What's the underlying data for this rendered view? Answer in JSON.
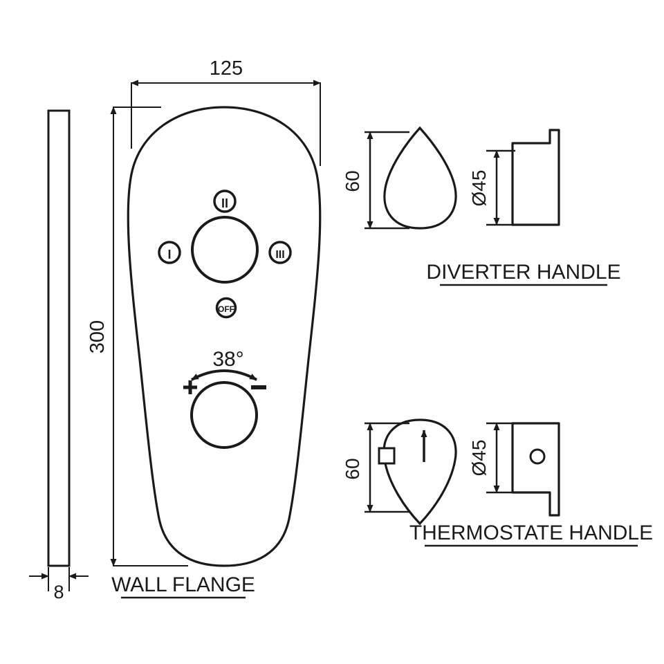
{
  "drawing": {
    "type": "technical-drawing",
    "subject": "Concealed thermostatic shower mixer trim",
    "units": "mm",
    "line_color": "#1a1a1a",
    "background": "#ffffff"
  },
  "views": {
    "wall_flange": {
      "title": "WALL FLANGE",
      "dimensions": {
        "width": "125",
        "height": "300",
        "thickness": "8"
      },
      "diverter_markers": {
        "top": "II",
        "left": "I",
        "right": "III",
        "bottom": "OFF"
      },
      "thermostat": {
        "angle_label": "38°",
        "plus": "+",
        "minus": "−"
      }
    },
    "diverter_handle": {
      "title": "DIVERTER HANDLE",
      "dimensions": {
        "height": "60",
        "diameter": "Ø45"
      }
    },
    "thermostate_handle": {
      "title": "THERMOSTATE  HANDLE",
      "dimensions": {
        "height": "60",
        "diameter": "Ø45"
      }
    }
  }
}
